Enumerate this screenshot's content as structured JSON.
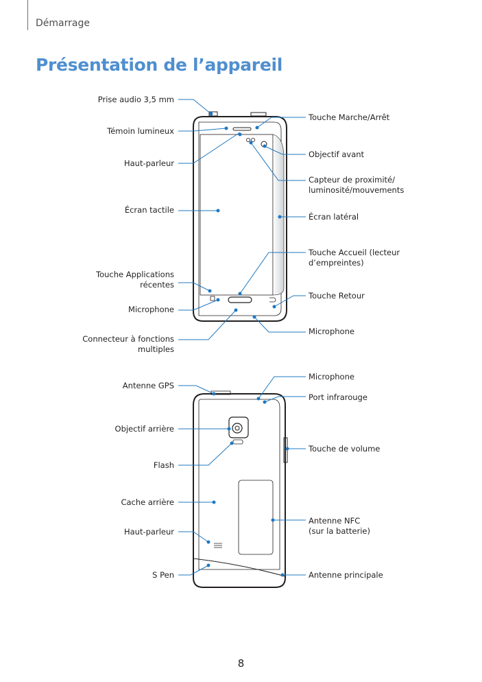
{
  "header": {
    "section": "Démarrage"
  },
  "title": "Présentation de l’appareil",
  "front": {
    "left_labels": [
      "Prise audio 3,5 mm",
      "Témoin lumineux",
      "Haut-parleur",
      "Écran tactile",
      "Touche Applications\nrécentes",
      "Microphone",
      "Connecteur à fonctions\nmultiples"
    ],
    "right_labels": [
      "Touche Marche/Arrêt",
      "Objectif avant",
      "Capteur de proximité/\nluminosité/mouvements",
      "Écran latéral",
      "Touche Accueil (lecteur\nd’empreintes)",
      "Touche Retour",
      "Microphone"
    ]
  },
  "back": {
    "left_labels": [
      "Antenne GPS",
      "Objectif arrière",
      "Flash",
      "Cache arrière",
      "Haut-parleur",
      "S Pen"
    ],
    "right_labels": [
      "Microphone",
      "Port infrarouge",
      "Touche de volume",
      "Antenne NFC\n(sur la batterie)",
      "Antenne principale"
    ]
  },
  "page_number": "8",
  "colors": {
    "accent": "#4f8fcf",
    "callout": "#1f78c1",
    "device_stroke": "#231f20"
  }
}
